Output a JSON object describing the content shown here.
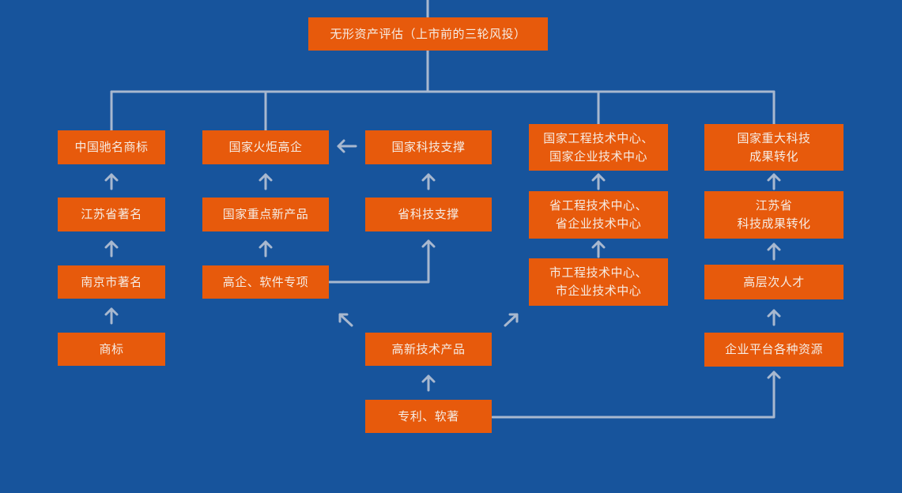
{
  "colors": {
    "background": "#17549c",
    "node_fill": "#e75a0c",
    "node_text": "#f6ece4",
    "connector": "#a8b8cf"
  },
  "diagram": {
    "root": "无形资产评估（上市前的三轮风投）",
    "columns": [
      {
        "id": "trademark",
        "nodes": [
          "中国驰名商标",
          "江苏省著名",
          "南京市著名",
          "商标"
        ]
      },
      {
        "id": "high-tech-enterprise",
        "nodes": [
          "国家火炬高企",
          "国家重点新产品",
          "高企、软件专项"
        ]
      },
      {
        "id": "tech-support",
        "nodes": [
          "国家科技支撑",
          "省科技支撑",
          "高新技术产品",
          "专利、软著"
        ]
      },
      {
        "id": "tech-center",
        "nodes": [
          "国家工程技术中心、\n国家企业技术中心",
          "省工程技术中心、\n省企业技术中心",
          "市工程技术中心、\n市企业技术中心"
        ]
      },
      {
        "id": "achievement-transfer",
        "nodes": [
          "国家重大科技\n成果转化",
          "江苏省\n科技成果转化",
          "高层次人才",
          "企业平台各种资源"
        ]
      }
    ],
    "edges": [
      {
        "from": "中国驰名商标",
        "to": "无形资产评估（上市前的三轮风投）"
      },
      {
        "from": "国家火炬高企",
        "to": "无形资产评估（上市前的三轮风投）"
      },
      {
        "from": "国家工程技术中心、国家企业技术中心",
        "to": "无形资产评估（上市前的三轮风投）"
      },
      {
        "from": "国家重大科技成果转化",
        "to": "无形资产评估（上市前的三轮风投）"
      },
      {
        "from": "江苏省著名",
        "to": "中国驰名商标"
      },
      {
        "from": "南京市著名",
        "to": "江苏省著名"
      },
      {
        "from": "商标",
        "to": "南京市著名"
      },
      {
        "from": "国家重点新产品",
        "to": "国家火炬高企"
      },
      {
        "from": "高企、软件专项",
        "to": "国家重点新产品"
      },
      {
        "from": "国家科技支撑",
        "to": "国家火炬高企"
      },
      {
        "from": "省科技支撑",
        "to": "国家科技支撑"
      },
      {
        "from": "高企、软件专项",
        "to": "省科技支撑"
      },
      {
        "from": "高新技术产品",
        "to": "高企、软件专项"
      },
      {
        "from": "高新技术产品",
        "to": "市工程技术中心、市企业技术中心"
      },
      {
        "from": "专利、软著",
        "to": "高新技术产品"
      },
      {
        "from": "专利、软著",
        "to": "企业平台各种资源"
      },
      {
        "from": "省工程技术中心、省企业技术中心",
        "to": "国家工程技术中心、国家企业技术中心"
      },
      {
        "from": "市工程技术中心、市企业技术中心",
        "to": "省工程技术中心、省企业技术中心"
      },
      {
        "from": "江苏省科技成果转化",
        "to": "国家重大科技成果转化"
      },
      {
        "from": "高层次人才",
        "to": "江苏省科技成果转化"
      },
      {
        "from": "企业平台各种资源",
        "to": "高层次人才"
      }
    ]
  }
}
